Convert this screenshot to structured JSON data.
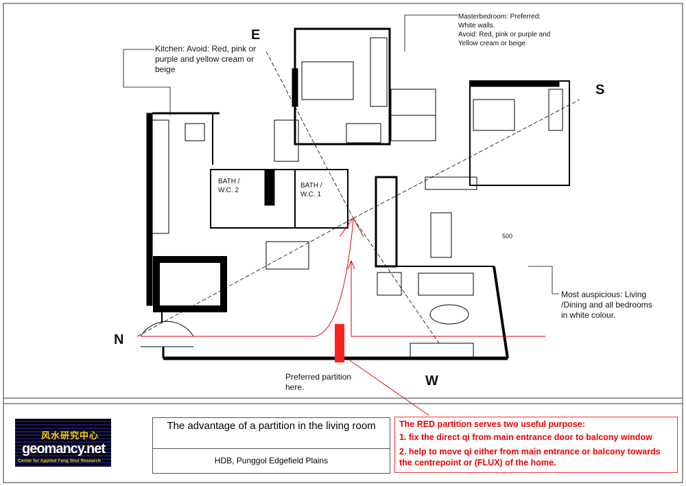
{
  "compass": {
    "north": "N",
    "east": "E",
    "south": "S",
    "west": "W"
  },
  "notes": {
    "kitchen": "Kitchen: Avoid: Red, pink or purple and yellow cream or beige",
    "master": [
      "Masterbedroom: Preferred:",
      "White walls.",
      "Avoid: Red, pink or purple and",
      "Yellow cream or beige"
    ],
    "living": "Most auspicious: Living /Dining and all bedrooms in white colour.",
    "partition": "Preferred partition here."
  },
  "rooms": {
    "bath2": [
      "BATH /",
      "W.C. 2"
    ],
    "bath1": [
      "BATH /",
      "W.C. 1"
    ],
    "dim": "500"
  },
  "logo": {
    "chinese": "风水研究中心",
    "brand": "geomancy.net",
    "tagline": "Center for Applied Feng Shui Research"
  },
  "title": {
    "main": "The advantage of a partition in the living room",
    "sub": "HDB, Punggol Edgefield Plains"
  },
  "red_note": {
    "heading": "The RED partition serves two useful purpose:",
    "point1": "1. fix the direct qi from main entrance door to balcony window",
    "point2": "2. help to move qi either from main entrance or balcony towards the centrepoint or (FLUX) of the home."
  },
  "colors": {
    "red": "#e00000",
    "wall": "#000000",
    "partition": "#ff2020"
  }
}
